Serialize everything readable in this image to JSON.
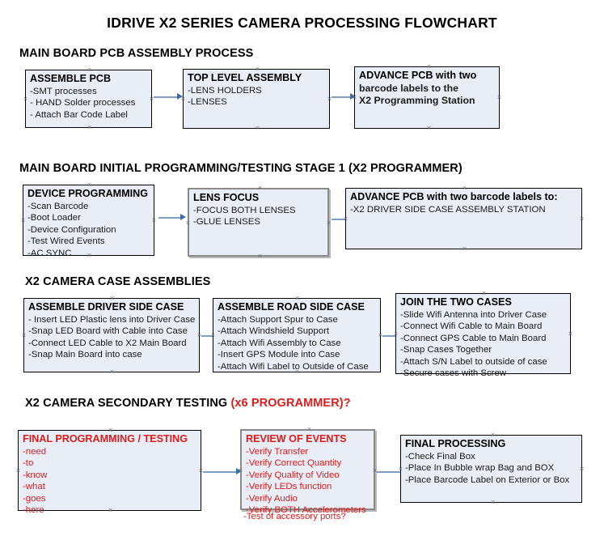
{
  "document": {
    "title": "IDRIVE X2  SERIES CAMERA PROCESSING FLOWCHART"
  },
  "colors": {
    "box_fill": "#e8edf6",
    "box_border_black": "#000000",
    "box_border_gray": "#8a8a8a",
    "accent_red": "#e01b1b",
    "arrow_shaft": "#7f9dc0",
    "arrow_head": "#3a6ea5",
    "text": "#000000"
  },
  "sections": [
    {
      "id": "main-board-pcb-assembly",
      "title": "MAIN BOARD PCB ASSEMBLY PROCESS",
      "title_accent": "",
      "boxes": [
        {
          "id": "assemble-pcb",
          "heading": "ASSEMBLE PCB",
          "heading_color": "black",
          "lines": [
            "-SMT processes",
            "- HAND Solder processes",
            "- Attach Bar Code Label"
          ],
          "line_style": "normal"
        },
        {
          "id": "top-level-assembly",
          "heading": "TOP LEVEL ASSEMBLY",
          "heading_color": "black",
          "lines": [
            "-LENS HOLDERS",
            "-LENSES"
          ],
          "line_style": "normal"
        },
        {
          "id": "advance-pcb-to-x2-programming-station",
          "heading": "ADVANCE PCB with two",
          "heading_color": "black",
          "lines": [
            "barcode labels to the",
            " X2 Programming Station"
          ],
          "line_style": "bold"
        }
      ]
    },
    {
      "id": "main-board-initial-programming",
      "title": "MAIN BOARD INITIAL PROGRAMMING/TESTING STAGE 1 (X2 PROGRAMMER)",
      "title_accent": "",
      "boxes": [
        {
          "id": "device-programming",
          "heading": "DEVICE PROGRAMMING",
          "heading_color": "black",
          "lines": [
            "-Scan Barcode",
            "-Boot Loader",
            "-Device Configuration",
            "-Test Wired Events",
            "-AC SYNC"
          ],
          "line_style": "normal"
        },
        {
          "id": "lens-focus",
          "heading": "LENS FOCUS",
          "heading_color": "black",
          "lines": [
            "-FOCUS BOTH LENSES",
            "-GLUE LENSES"
          ],
          "line_style": "normal"
        },
        {
          "id": "advance-pcb-to-driver-side-case-assembly",
          "heading": "ADVANCE PCB with two barcode labels to:",
          "heading_color": "black",
          "lines": [
            "-X2 DRIVER  SIDE  CASE  ASSEMBLY STATION"
          ],
          "line_style": "normal"
        }
      ]
    },
    {
      "id": "x2-camera-case-assemblies",
      "title": "X2 CAMERA CASE ASSEMBLIES",
      "title_accent": "",
      "boxes": [
        {
          "id": "assemble-driver-side-case",
          "heading": "ASSEMBLE DRIVER SIDE CASE",
          "heading_color": "black",
          "lines": [
            "- Insert LED Plastic lens into Driver Case",
            "-Snap LED Board with Cable into Case",
            "-Connect LED Cable to X2 Main Board",
            "-Snap Main Board into case"
          ],
          "line_style": "normal"
        },
        {
          "id": "assemble-road-side-case",
          "heading": "ASSEMBLE ROAD SIDE CASE",
          "heading_color": "black",
          "lines": [
            "-Attach Support Spur to Case",
            "-Attach Windshield Support",
            "-Attach Wifi Assembly to Case",
            "-Insert GPS Module into Case",
            "-Attach Wifi Label to Outside of Case"
          ],
          "line_style": "normal"
        },
        {
          "id": "join-the-two-cases",
          "heading": "JOIN THE TWO CASES",
          "heading_color": "black",
          "lines": [
            "-Slide Wifi Antenna into Driver Case",
            "-Connect Wifi Cable to Main Board",
            "-Connect GPS Cable to Main Board",
            "-Snap Cases Together",
            "-Attach S/N Label to outside of case",
            "-Secure cases with Screw"
          ],
          "line_style": "normal"
        }
      ]
    },
    {
      "id": "x2-camera-secondary-testing",
      "title": "X2 CAMERA SECONDARY TESTING ",
      "title_accent": "(x6 PROGRAMMER)?",
      "boxes": [
        {
          "id": "final-programming-testing",
          "heading": "FINAL PROGRAMMING / TESTING",
          "heading_color": "red",
          "lines": [
            "-need",
            "-to",
            "-know",
            "-what",
            "-goes",
            "-here"
          ],
          "line_style": "red"
        },
        {
          "id": "review-of-events",
          "heading": "REVIEW OF EVENTS",
          "heading_color": "red",
          "lines": [
            "-Verify Transfer",
            "-Verify Correct Quantity",
            "-Verify Quality of Video",
            "-Verify LEDs function",
            "-Verify Audio",
            "-Verify BOTH Accelerometers"
          ],
          "line_style": "red",
          "overflow_line": "-Test of accessory ports?"
        },
        {
          "id": "final-processing",
          "heading": "FINAL PROCESSING",
          "heading_color": "black",
          "lines": [
            " -Check Final Box",
            "-Place In Bubble wrap Bag and BOX",
            "-Place Barcode Label on Exterior or Box"
          ],
          "line_style": "normal"
        }
      ]
    }
  ]
}
